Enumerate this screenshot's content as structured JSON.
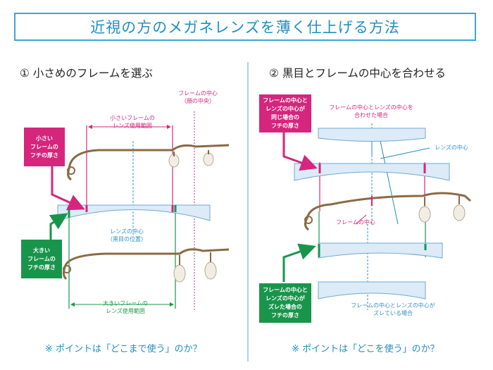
{
  "title": "近視の方のメガネレンズを薄く仕上げる方法",
  "left": {
    "heading": "① 小さめのフレームを選ぶ",
    "frame_center": "フレームの中心\n（顔の中央）",
    "small_range": "小さいフレームの\nレンズ使用範囲",
    "small_callout": "小さい\nフレームの\nフチの厚さ",
    "lens_center": "レンズの中心\n（黒目の位置）",
    "large_callout": "大きい\nフレームの\nフチの厚さ",
    "large_range": "大きいフレームの\nレンズ使用範囲",
    "point": "※ ポイントは「どこまで使う」のか？"
  },
  "right": {
    "heading": "② 黒目とフレームの中心を合わせる",
    "matched_label": "フレームの中心とレンズの中心を\n合わせた場合",
    "matched_callout": "フレームの中心と\nレンズの中心が\n同じ場合の\nフチの厚さ",
    "lens_center": "レンズの中心",
    "frame_center": "フレームの中心",
    "shifted_callout": "フレームの中心と\nレンズの中心が\nズレた場合の\nフチの厚さ",
    "shifted_label": "フレームの中心とレンズの中心が\nズレている場合",
    "point": "※ ポイントは「どこを使う」のか？"
  },
  "colors": {
    "accent_blue": "#1f8ec4",
    "pink": "#d6257d",
    "green": "#19954b",
    "lens_fill": "#dcebf7"
  }
}
